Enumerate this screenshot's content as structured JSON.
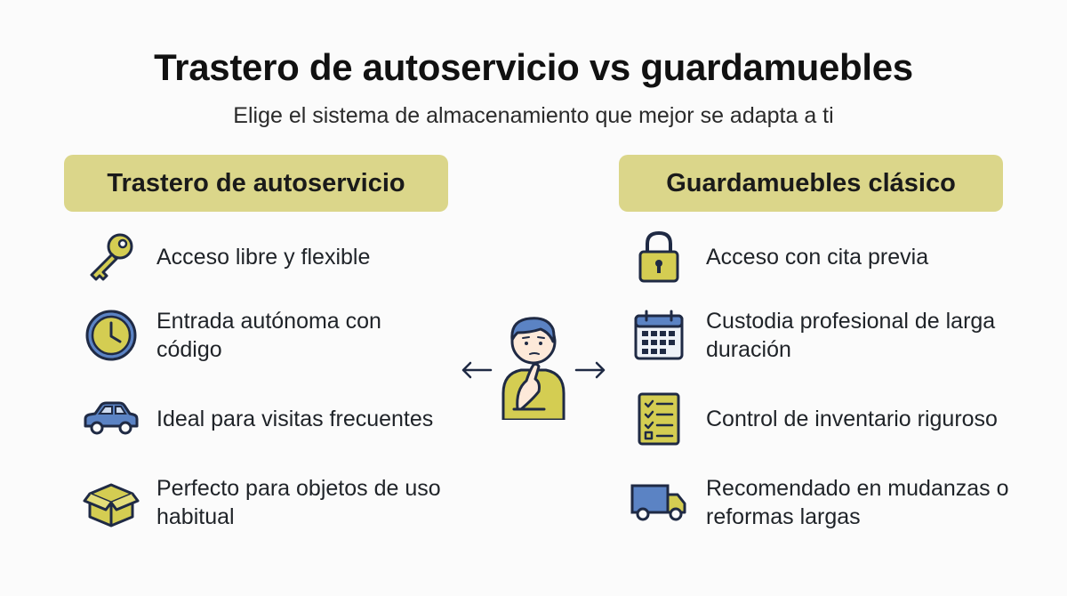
{
  "header": {
    "title": "Trastero de autoservicio vs guardamuebles",
    "subtitle": "Elige el sistema de almacenamiento que mejor se adapta a ti"
  },
  "left_column": {
    "heading": "Trastero de autoservicio",
    "items": [
      {
        "icon": "key-icon",
        "text": "Acceso libre y flexible"
      },
      {
        "icon": "clock-icon",
        "text": "Entrada autónoma con código"
      },
      {
        "icon": "car-icon",
        "text": "Ideal para visitas frecuentes"
      },
      {
        "icon": "box-icon",
        "text": "Perfecto para objetos de uso habitual"
      }
    ]
  },
  "right_column": {
    "heading": "Guardamuebles clásico",
    "items": [
      {
        "icon": "padlock-icon",
        "text": "Acceso con cita previa"
      },
      {
        "icon": "calendar-icon",
        "text": "Custodia profesional de larga duración"
      },
      {
        "icon": "checklist-icon",
        "text": "Control de inventario riguroso"
      },
      {
        "icon": "truck-icon",
        "text": "Recomendado en mudanzas o reformas largas"
      }
    ]
  },
  "center": {
    "icon": "thinking-person-icon"
  },
  "colors": {
    "accent_yellow": "#dbd68a",
    "icon_yellow": "#d4cd52",
    "icon_blue": "#5b83c4",
    "outline": "#1f2a44"
  }
}
